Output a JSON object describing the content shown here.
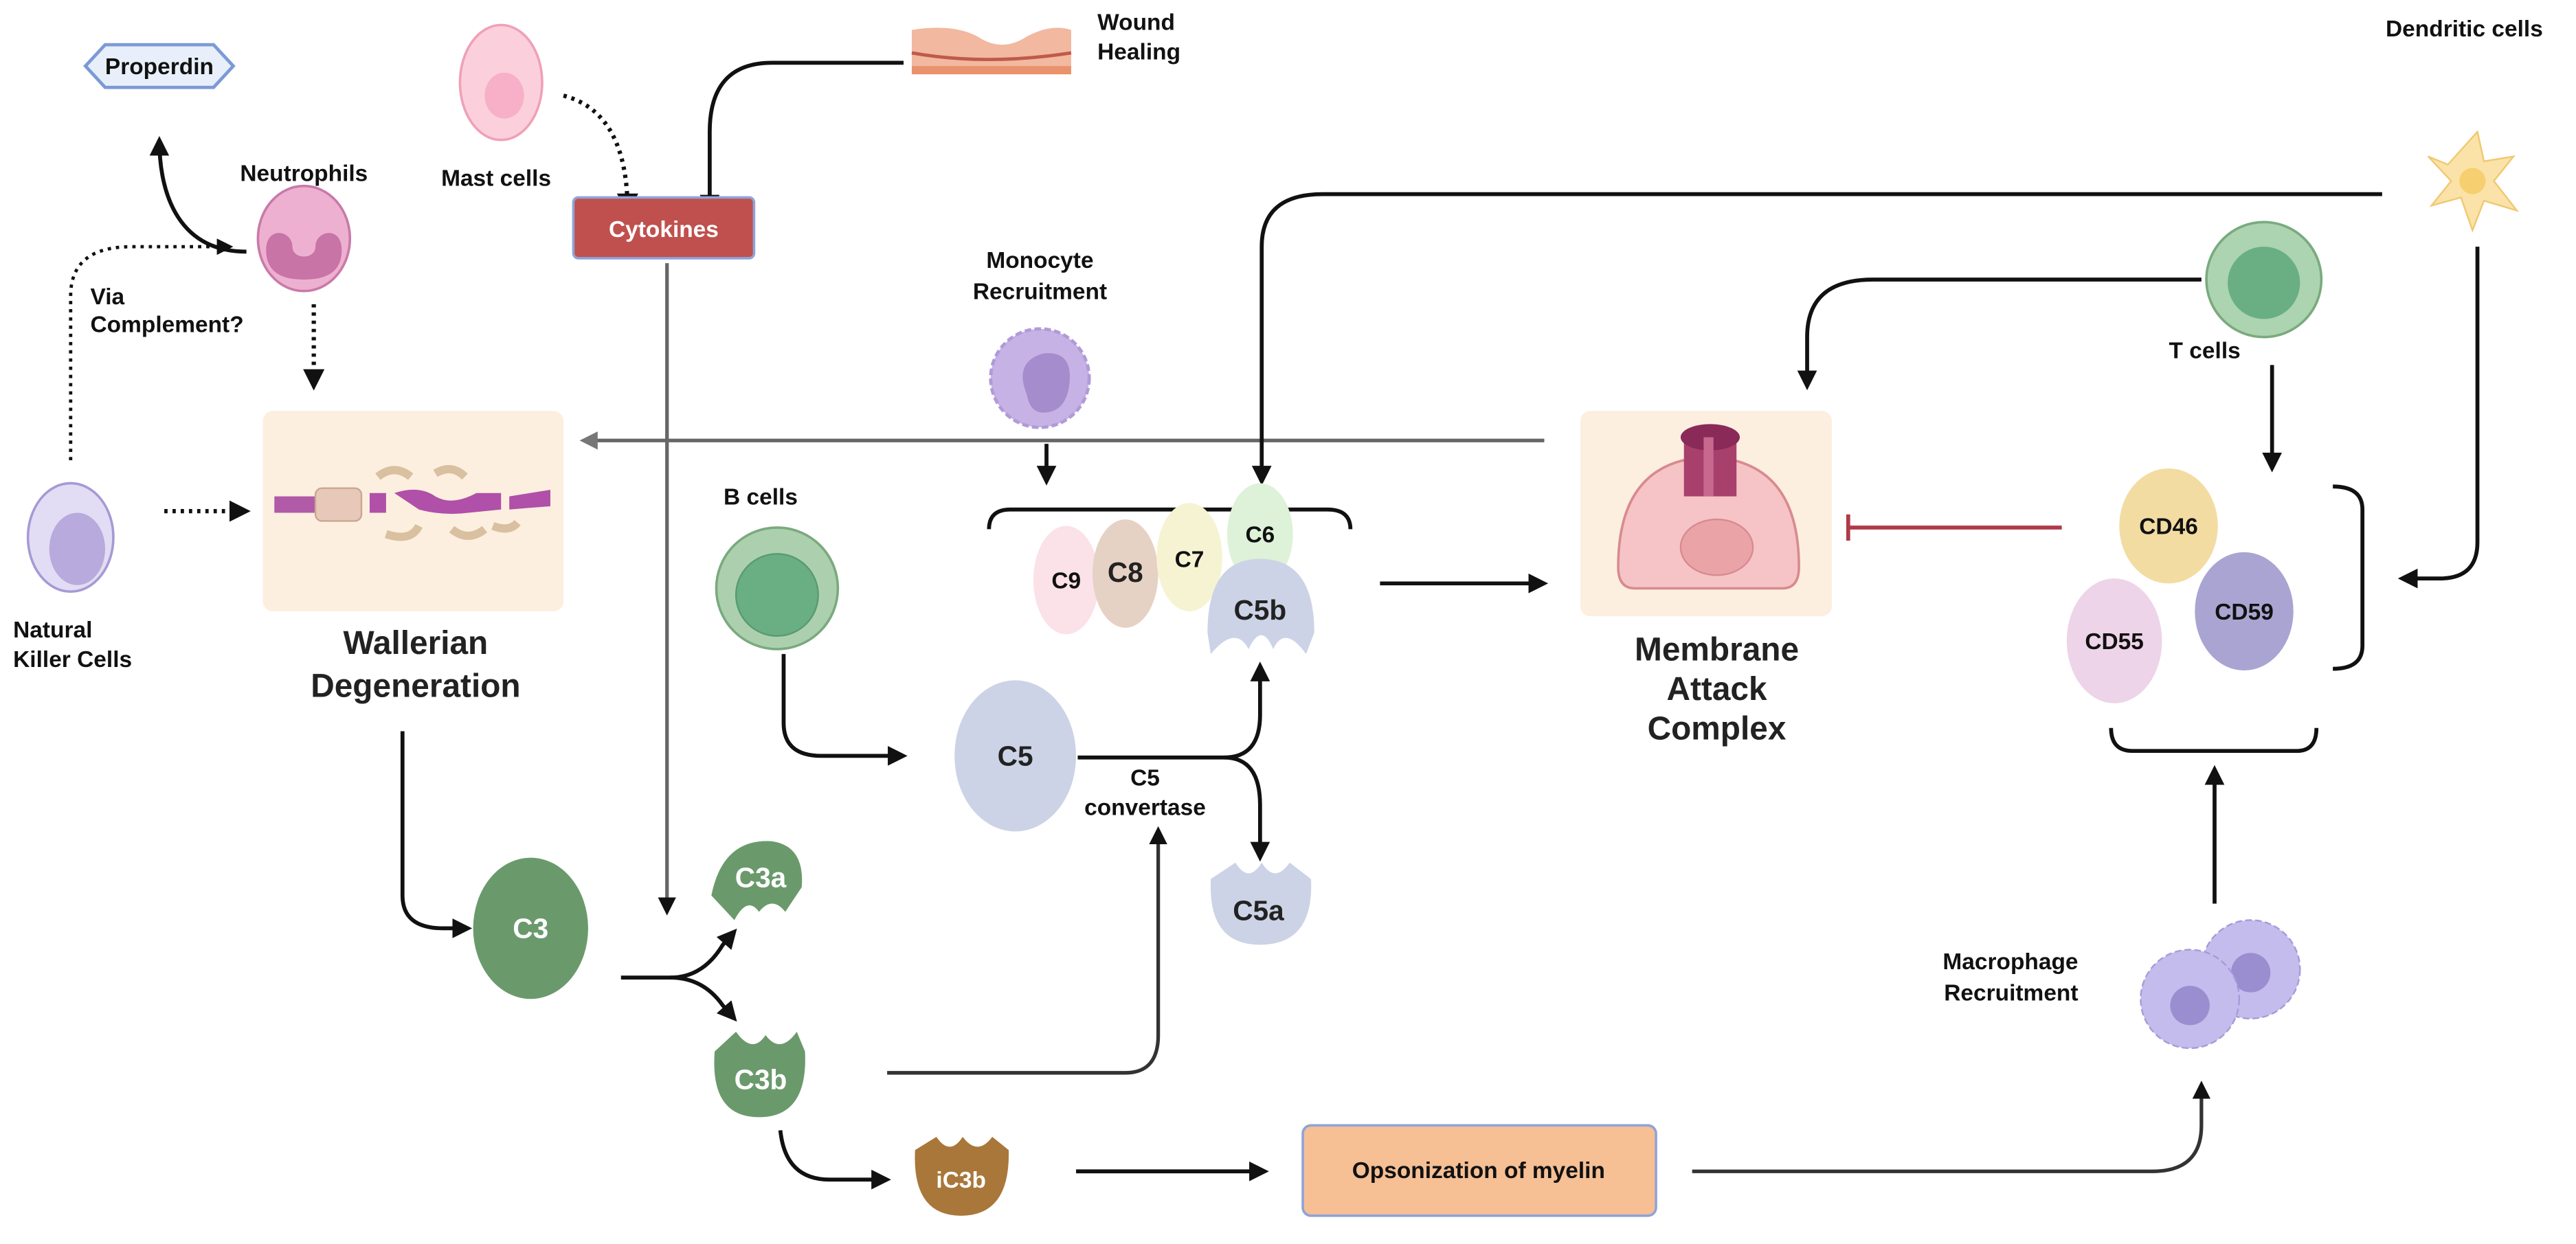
{
  "labels": {
    "properdin": "Properdin",
    "neutrophils": "Neutrophils",
    "mast_cells": "Mast cells",
    "cytokines": "Cytokines",
    "wound_healing": [
      "Wound",
      "Healing"
    ],
    "via_complement": [
      "Via",
      "Complement?"
    ],
    "nk_cells": [
      "Natural",
      "Killer Cells"
    ],
    "wallerian": [
      "Wallerian",
      "Degeneration"
    ],
    "monocyte": [
      "Monocyte",
      "Recruitment"
    ],
    "b_cells": "B cells",
    "c9": "C9",
    "c8": "C8",
    "c7": "C7",
    "c6": "C6",
    "c5b": "C5b",
    "c5": "C5",
    "c5_convertase": [
      "C5",
      "convertase"
    ],
    "c5a": "C5a",
    "mac": [
      "Membrane",
      "Attack",
      "Complex"
    ],
    "t_cells": "T cells",
    "dendritic_cells": "Dendritic cells",
    "cd46": "CD46",
    "cd59": "CD59",
    "cd55": "CD55",
    "macrophage": [
      "Macrophage",
      "Recruitment"
    ],
    "c3": "C3",
    "c3a": "C3a",
    "c3b": "C3b",
    "ic3b": "iC3b",
    "opsonization": "Opsonization of myelin"
  },
  "colors": {
    "complement_green": "#6a9a6c",
    "cytokine_red": "#c0504d",
    "c5_blue": "#cdd3e6",
    "opsonization_orange": "#f6bf94",
    "ic3b_brown": "#a9773a",
    "inhibit_red": "#b03a48",
    "panel_beige": "#fcefdf"
  }
}
